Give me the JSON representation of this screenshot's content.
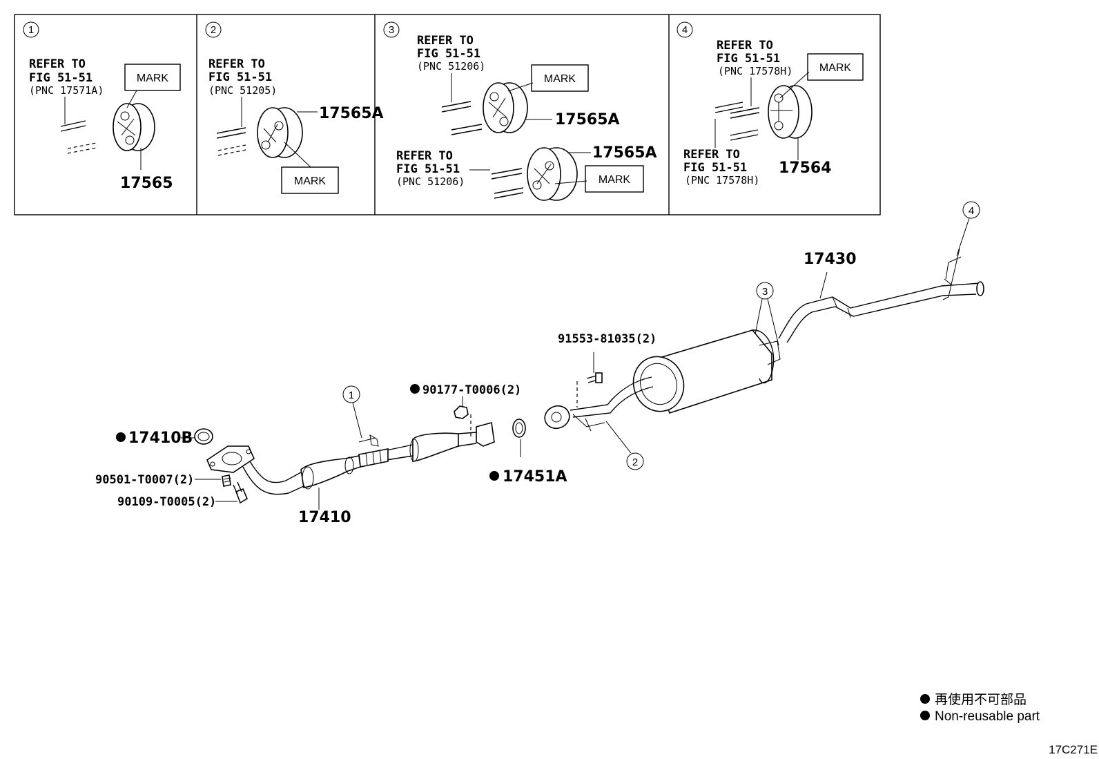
{
  "detail_boxes": [
    {
      "number": "1",
      "refer_line1": "REFER TO",
      "refer_line2": "FIG 51-51",
      "refer_line3": "(PNC 17571A)",
      "mark": "MARK",
      "part": "17565"
    },
    {
      "number": "2",
      "refer_line1": "REFER TO",
      "refer_line2": "FIG 51-51",
      "refer_line3": "(PNC 51205)",
      "mark": "MARK",
      "part": "17565A"
    },
    {
      "number": "3",
      "refer_a_line1": "REFER TO",
      "refer_a_line2": "FIG 51-51",
      "refer_a_line3": "(PNC 51206)",
      "mark_a": "MARK",
      "part_a": "17565A",
      "refer_b_line1": "REFER TO",
      "refer_b_line2": "FIG 51-51",
      "refer_b_line3": "(PNC 51206)",
      "mark_b": "MARK",
      "part_b": "17565A"
    },
    {
      "number": "4",
      "refer_a_line1": "REFER TO",
      "refer_a_line2": "FIG 51-51",
      "refer_a_line3": "(PNC 17578H)",
      "mark": "MARK",
      "refer_b_line1": "REFER TO",
      "refer_b_line2": "FIG 51-51",
      "refer_b_line3": "(PNC 17578H)",
      "part": "17564"
    }
  ],
  "parts": {
    "p17430": "17430",
    "p91553": "91553-81035(2)",
    "p90177": "90177-T0006(2)",
    "p17410B": "17410B",
    "p90501": "90501-T0007(2)",
    "p90109": "90109-T0005(2)",
    "p17410": "17410",
    "p17451A": "17451A"
  },
  "callouts": {
    "c1": "1",
    "c2": "2",
    "c3": "3",
    "c4": "4"
  },
  "legend": {
    "japanese": "再使用不可部品",
    "english": "Non-reusable part"
  },
  "figure_code": "17C271E"
}
